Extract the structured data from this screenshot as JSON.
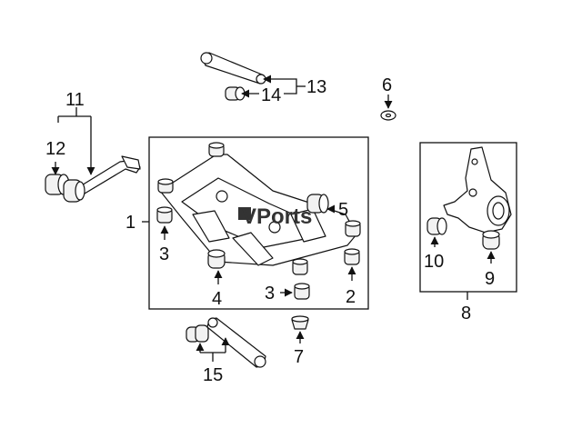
{
  "diagram": {
    "watermark": "VPorts",
    "callouts": {
      "c1": "1",
      "c2": "2",
      "c3a": "3",
      "c3b": "3",
      "c4": "4",
      "c5": "5",
      "c6": "6",
      "c7": "7",
      "c8": "8",
      "c9": "9",
      "c10": "10",
      "c11": "11",
      "c12": "12",
      "c13": "13",
      "c14": "14",
      "c15": "15"
    }
  }
}
